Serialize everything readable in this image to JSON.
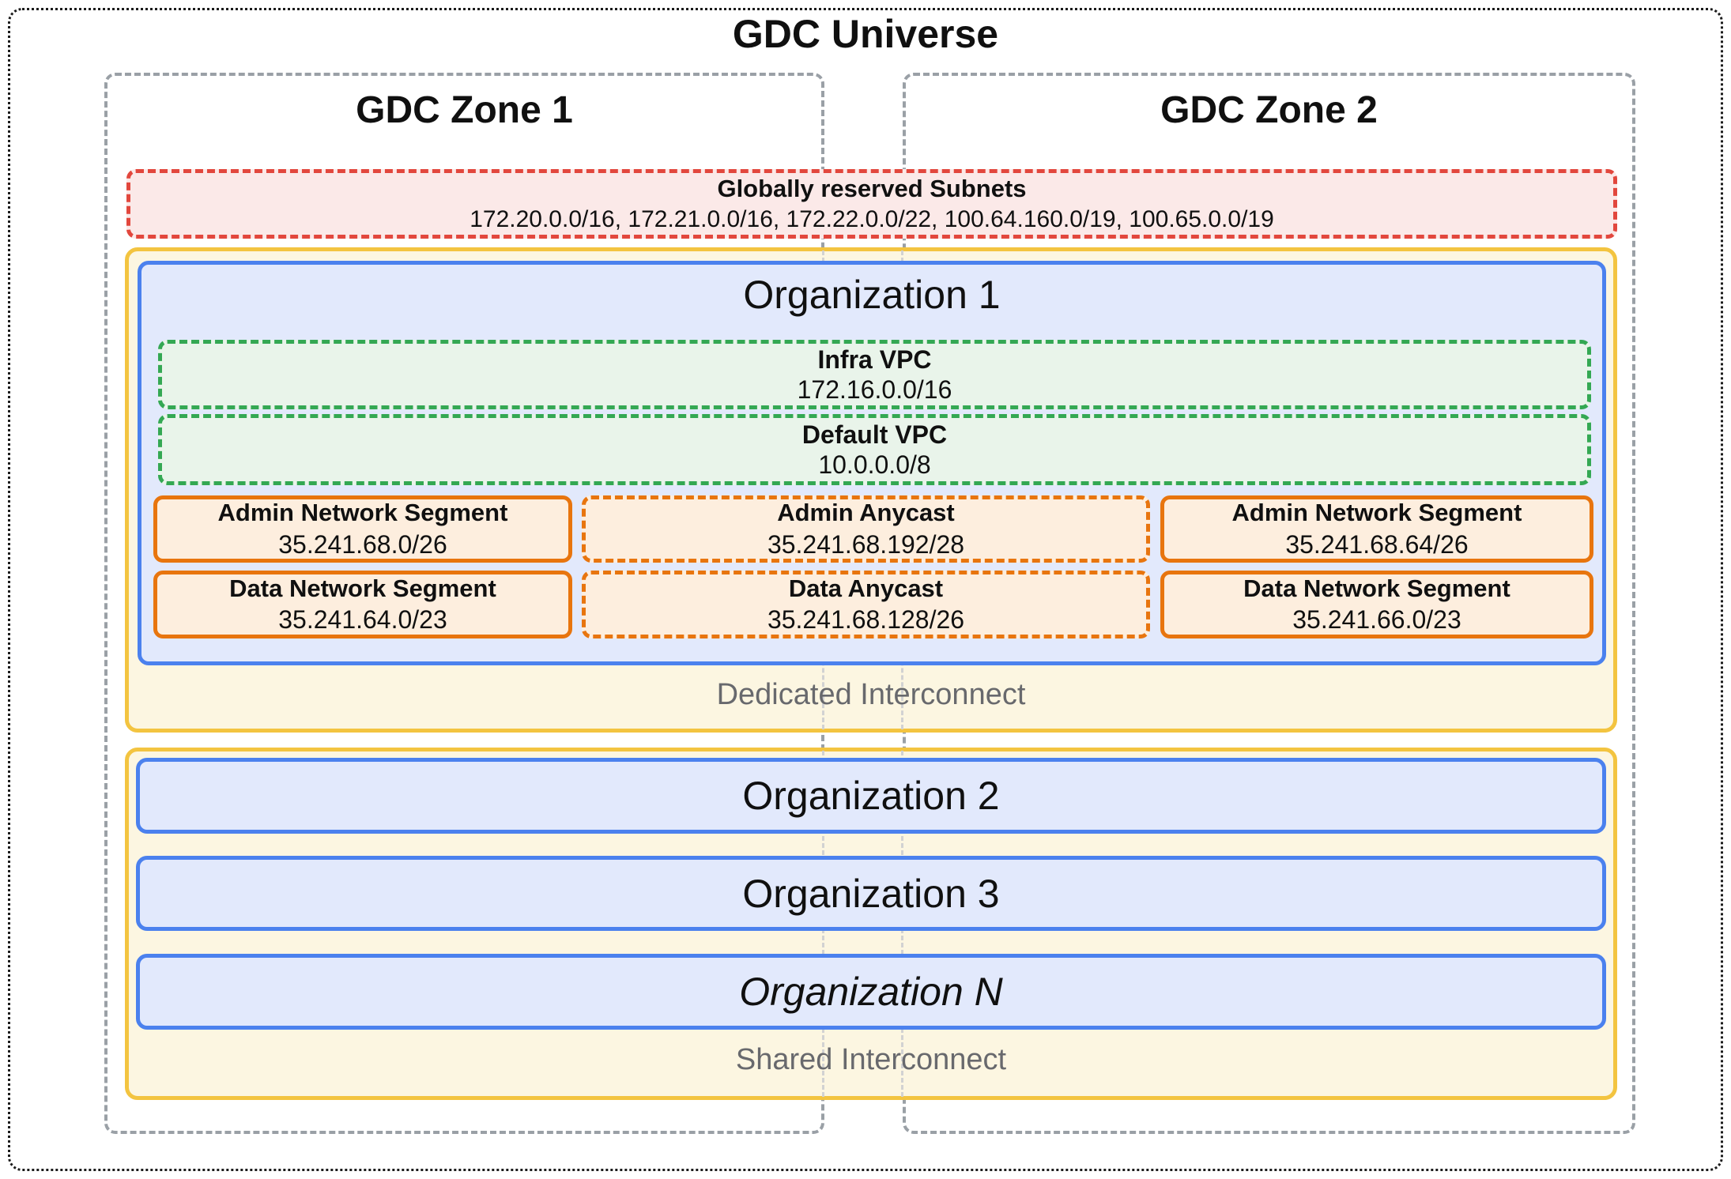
{
  "universe": {
    "title": "GDC Universe"
  },
  "zones": [
    {
      "title": "GDC Zone 1"
    },
    {
      "title": "GDC Zone 2"
    }
  ],
  "reserved": {
    "title": "Globally reserved Subnets",
    "subnets": "172.20.0.0/16, 172.21.0.0/16, 172.22.0.0/22, 100.64.160.0/19, 100.65.0.0/19"
  },
  "organization1": {
    "title": "Organization 1",
    "vpcs": [
      {
        "name": "Infra VPC",
        "cidr": "172.16.0.0/16"
      },
      {
        "name": "Default VPC",
        "cidr": "10.0.0.0/8"
      }
    ],
    "admin_row": [
      {
        "name": "Admin Network Segment",
        "cidr": "35.241.68.0/26",
        "border": "solid"
      },
      {
        "name": "Admin Anycast",
        "cidr": "35.241.68.192/28",
        "border": "dashed"
      },
      {
        "name": "Admin Network Segment",
        "cidr": "35.241.68.64/26",
        "border": "solid"
      }
    ],
    "data_row": [
      {
        "name": "Data Network Segment",
        "cidr": "35.241.64.0/23",
        "border": "solid"
      },
      {
        "name": "Data Anycast",
        "cidr": "35.241.68.128/26",
        "border": "dashed"
      },
      {
        "name": "Data Network Segment",
        "cidr": "35.241.66.0/23",
        "border": "solid"
      }
    ],
    "interconnect_label": "Dedicated Interconnect"
  },
  "shared_organizations": {
    "items": [
      {
        "title": "Organization 2"
      },
      {
        "title": "Organization 3"
      },
      {
        "title": "Organization N"
      }
    ],
    "interconnect_label": "Shared Interconnect"
  },
  "colors": {
    "zone_border": "#9aa0a6",
    "reserved_border": "#e2473d",
    "reserved_bg": "#fbe9e8",
    "interconnect_border": "#f3c440",
    "interconnect_bg": "#fcf6e1",
    "org_border": "#4b81ee",
    "org_bg": "#e2e9fc",
    "vpc_border": "#34a853",
    "vpc_bg": "#e9f4ea",
    "segment_border": "#e8750e",
    "segment_bg": "#fdeede",
    "interconnect_text": "#68696d",
    "outer_border": "#1b1b1b"
  }
}
